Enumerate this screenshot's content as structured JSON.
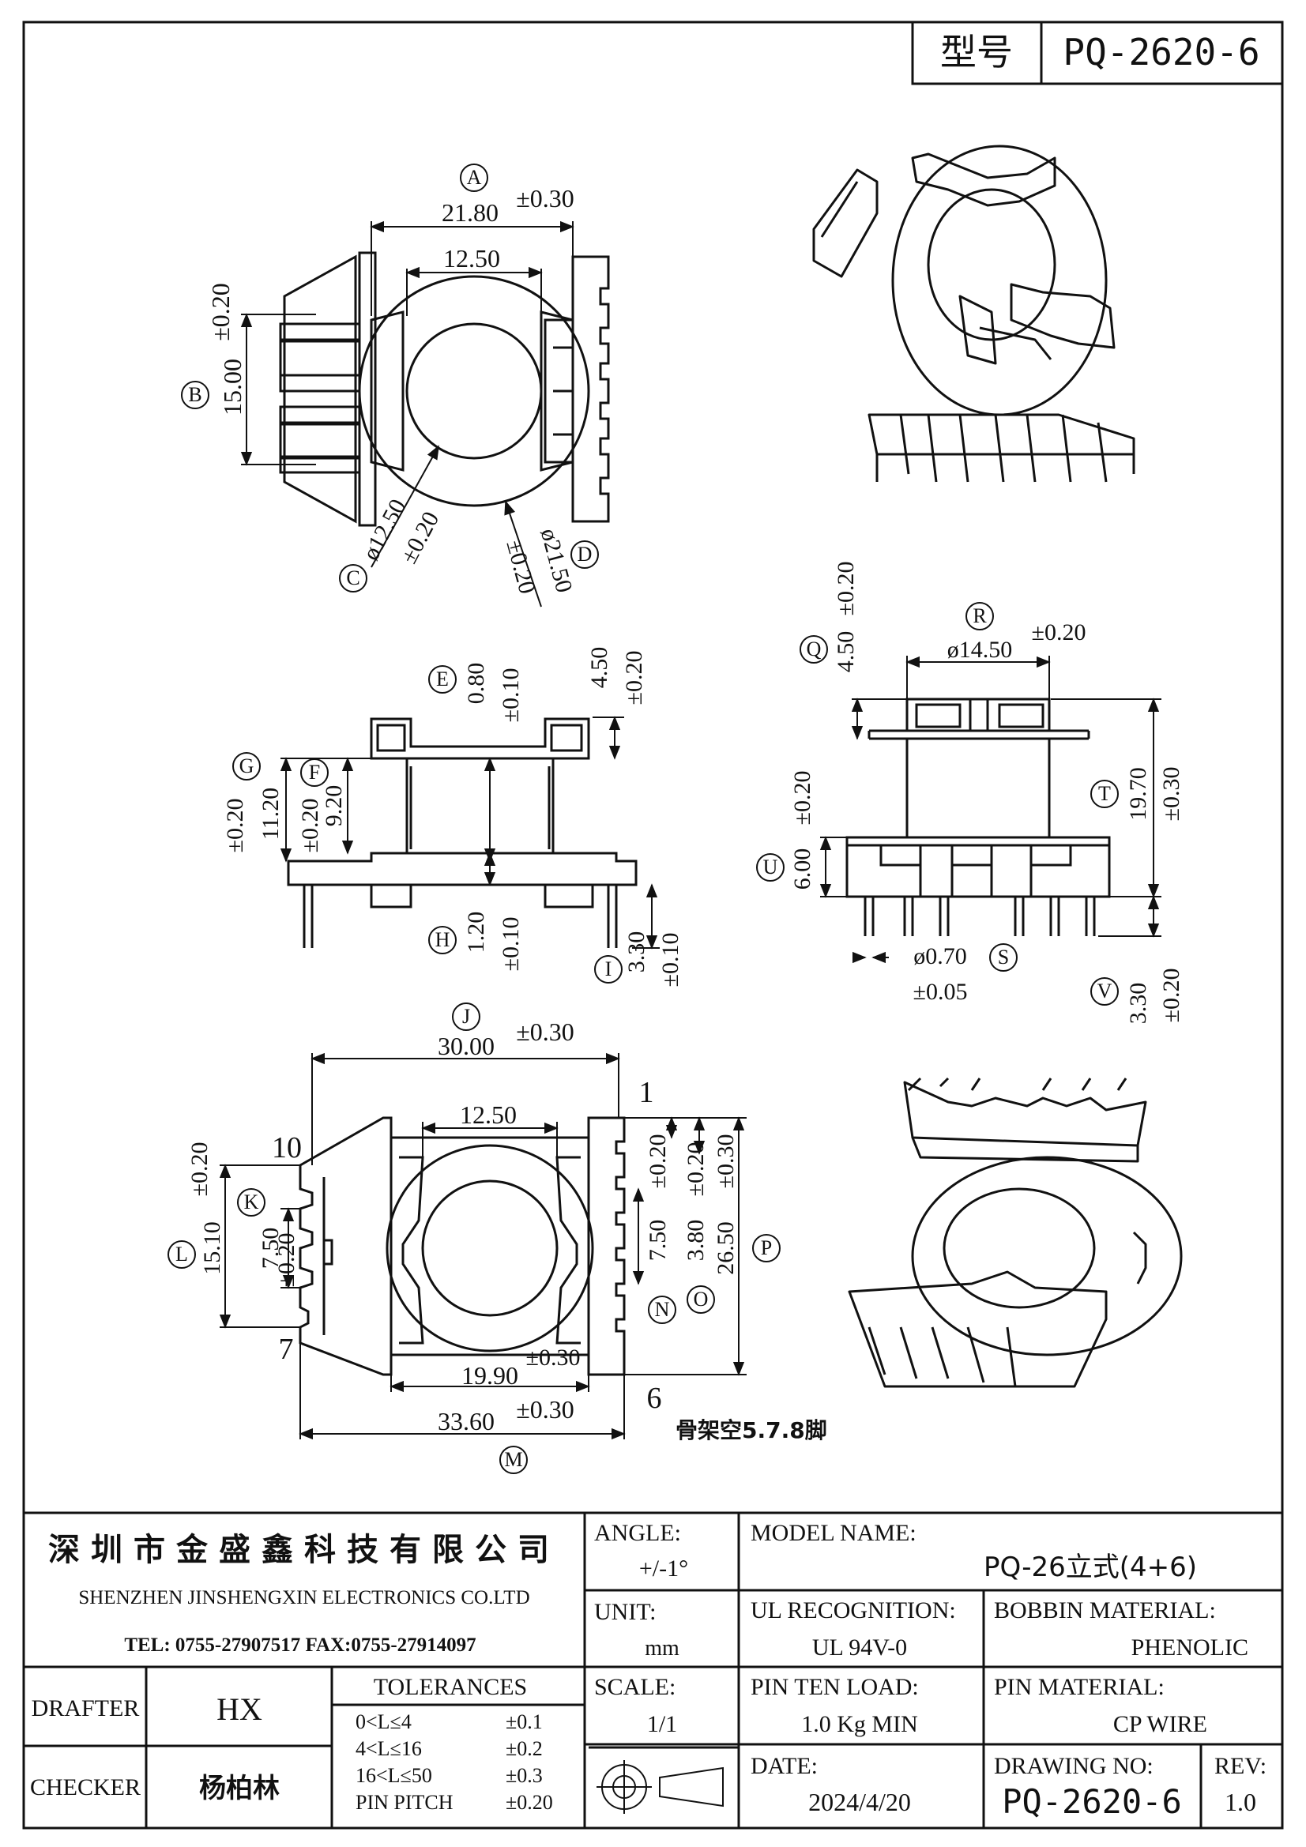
{
  "header": {
    "model_label": "型号",
    "model_value": "PQ-2620-6"
  },
  "view_top": {
    "A": {
      "letter": "A",
      "value": "21.80",
      "tol": "±0.30"
    },
    "inner_width": "12.50",
    "B": {
      "letter": "B",
      "value": "15.00",
      "tol": "±0.20"
    },
    "C": {
      "letter": "C",
      "value": "ø12.50",
      "tol": "±0.20"
    },
    "D": {
      "letter": "D",
      "value": "ø21.50",
      "tol": "±0.20"
    }
  },
  "view_side": {
    "E": {
      "letter": "E",
      "value": "0.80",
      "tol": "±0.10"
    },
    "top_h": {
      "value": "4.50",
      "tol": "±0.20"
    },
    "G": {
      "letter": "G",
      "value": "11.20",
      "tol": "±0.20"
    },
    "F": {
      "letter": "F",
      "value": "9.20",
      "tol": "±0.20"
    },
    "H": {
      "letter": "H",
      "value": "1.20",
      "tol": "±0.10"
    },
    "I": {
      "letter": "I",
      "value": "3.30",
      "tol": "±0.10"
    }
  },
  "view_front": {
    "R": {
      "letter": "R",
      "value": "ø14.50",
      "tol": "±0.20"
    },
    "Q": {
      "letter": "Q",
      "value": "4.50",
      "tol": "±0.20"
    },
    "T": {
      "letter": "T",
      "value": "19.70",
      "tol": "±0.30"
    },
    "U": {
      "letter": "U",
      "value": "6.00",
      "tol": "±0.20"
    },
    "S": {
      "letter": "S",
      "value": "ø0.70",
      "tol": "±0.05"
    },
    "V": {
      "letter": "V",
      "value": "3.30",
      "tol": "±0.20"
    }
  },
  "view_bottom": {
    "J": {
      "letter": "J",
      "value": "30.00",
      "tol": "±0.30"
    },
    "inner_width": "12.50",
    "K": {
      "letter": "K",
      "value": "7.50",
      "tol": "±0.20"
    },
    "L": {
      "letter": "L",
      "value": "15.10",
      "tol": "±0.20"
    },
    "N": {
      "letter": "N",
      "value": "7.50",
      "tol": "±0.20"
    },
    "O": {
      "letter": "O",
      "value": "3.80",
      "tol": "±0.20"
    },
    "P": {
      "letter": "P",
      "value": "26.50",
      "tol": "±0.30"
    },
    "bottom_width": {
      "value": "19.90",
      "tol": "±0.30"
    },
    "M": {
      "letter": "M",
      "value": "33.60",
      "tol": "±0.30"
    },
    "pins": {
      "p1": "1",
      "p6": "6",
      "p7": "7",
      "p10": "10"
    },
    "note": "骨架空5.7.8脚"
  },
  "title_block": {
    "company_cn": "深圳市金盛鑫科技有限公司",
    "company_en": "SHENZHEN JINSHENGXIN ELECTRONICS CO.LTD",
    "contact": "TEL: 0755-27907517  FAX:0755-27914097",
    "angle_label": "ANGLE:",
    "angle_value": "+/-1°",
    "unit_label": "UNIT:",
    "unit_value": "mm",
    "scale_label": "SCALE:",
    "scale_value": "1/1",
    "model_name_label": "MODEL NAME:",
    "model_name_value": "PQ-26立式(4+6)",
    "ul_label": "UL RECOGNITION:",
    "ul_value": "UL 94V-0",
    "bobbin_label": "BOBBIN MATERIAL:",
    "bobbin_value": "PHENOLIC",
    "pin_load_label": "PIN TEN LOAD:",
    "pin_load_value": "1.0 Kg MIN",
    "pin_mat_label": "PIN MATERIAL:",
    "pin_mat_value": "CP WIRE",
    "date_label": "DATE:",
    "date_value": "2024/4/20",
    "drawing_no_label": "DRAWING NO:",
    "drawing_no_value": "PQ-2620-6",
    "rev_label": "REV:",
    "rev_value": "1.0",
    "drafter_label": "DRAFTER",
    "drafter_value": "HX",
    "checker_label": "CHECKER",
    "checker_value": "杨柏林",
    "tol_title": "TOLERANCES",
    "tol_rows": [
      {
        "range": "0<L≤4",
        "tol": "±0.1"
      },
      {
        "range": "4<L≤16",
        "tol": "±0.2"
      },
      {
        "range": "16<L≤50",
        "tol": "±0.3"
      },
      {
        "range": "PIN PITCH",
        "tol": "±0.20"
      }
    ]
  }
}
